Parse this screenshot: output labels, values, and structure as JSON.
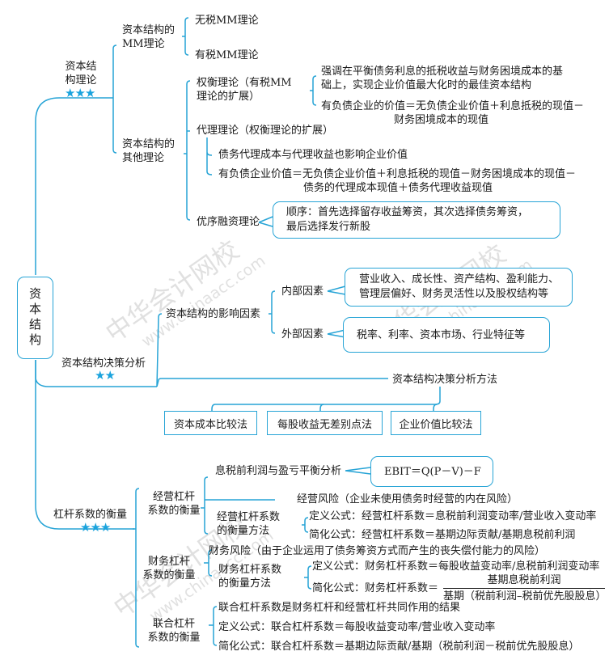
{
  "colors": {
    "line": "#27a4d6",
    "star": "#1aa3dd",
    "text": "#1a1a1a",
    "watermark": "#c8c8c8"
  },
  "root": {
    "label": "资本结构"
  },
  "watermarks": [
    {
      "cn": "中华会计网校",
      "en": "www.chinaacc.com"
    },
    {
      "cn": "中华会计网校",
      "en": "www.chinaacc.com"
    },
    {
      "cn": "中华会计网校",
      "en": "www.chinaacc.com"
    }
  ],
  "theory": {
    "label_line1": "资本结",
    "label_line2": "构理论",
    "stars": "★★★",
    "mm": {
      "label_line1": "资本结构的",
      "label_line2": "MM理论",
      "items": [
        "无税MM理论",
        "有税MM理论"
      ]
    },
    "other": {
      "label_line1": "资本结构的",
      "label_line2": "其他理论",
      "tradeoff": {
        "label_line1": "权衡理论（有税MM",
        "label_line2": "理论的扩展）",
        "point1_line1": "强调在平衡债务利息的抵税收益与财务困境成本的基",
        "point1_line2": "础上，实现企业价值最大化时的最佳资本结构",
        "point2_line1": "有负债企业的价值＝无负债企业价值＋利息抵税的现值－",
        "point2_line2": "财务困境成本的现值"
      },
      "agency": {
        "label": "代理理论（权衡理论的扩展）",
        "point1": "债务代理成本与代理收益也影响企业价值",
        "point2_line1": "有负债企业价值＝无负债企业价值＋利息抵税的现值－财务困境成本的现值－",
        "point2_line2": "债务的代理成本现值＋债务代理收益现值"
      },
      "pecking": {
        "label": "优序融资理论",
        "box_line1": "顺序：首先选择留存收益筹资，其次选择债务筹资，",
        "box_line2": "最后选择发行新股"
      }
    }
  },
  "decision": {
    "label": "资本结构决策分析",
    "stars": "★★",
    "factors": {
      "label": "资本结构的影响因素",
      "internal": {
        "label": "内部因素",
        "box_line1": "营业收入、成长性、资产结构、盈利能力、",
        "box_line2": "管理层偏好、财务灵活性以及股权结构等"
      },
      "external": {
        "label": "外部因素",
        "box": "税率、利率、资本市场、行业特征等"
      }
    },
    "methods": {
      "label": "资本结构决策分析方法",
      "items": [
        "资本成本比较法",
        "每股收益无差别点法",
        "企业价值比较法"
      ]
    }
  },
  "leverage": {
    "label": "杠杆系数的衡量",
    "stars": "★★★",
    "operating": {
      "label_line1": "经营杠杆",
      "label_line2": "系数的衡量",
      "ebit": {
        "label": "息税前利润与盈亏平衡分析",
        "formula": "EBIT＝Q(P－V)－F"
      },
      "risk": "经营风险（企业未使用债务时经营的内在风险）",
      "method": {
        "label_line1": "经营杠杆系数",
        "label_line2": "的衡量方法",
        "def": "定义公式：经营杠杆系数＝息税前利润变动率/营业收入变动率",
        "simple": "简化公式：经营杠杆系数＝基期边际贡献/基期息税前利润"
      }
    },
    "financial": {
      "label_line1": "财务杠杆",
      "label_line2": "系数的衡量",
      "risk": "财务风险（由于企业运用了债务筹资方式而产生的丧失偿付能力的风险）",
      "method": {
        "label_line1": "财务杠杆系数",
        "label_line2": "的衡量方法",
        "def": "定义公式：财务杠杆系数＝每股收益变动率/息税前利润变动率",
        "simple_prefix": "简化公式：财务杠杆系数＝",
        "simple_num": "基期息税前利润",
        "simple_den": "基期（税前利润–税前优先股股息）"
      }
    },
    "combined": {
      "label_line1": "联合杠杆",
      "label_line2": "系数的衡量",
      "p1": "联合杠杆系数是财务杠杆和经营杠杆共同作用的结果",
      "p2": "定义公式：联合杠杆系数＝每股收益变动率/营业收入变动率",
      "p3": "简化公式：联合杠杆系数＝基期边际贡献/基期（税前利润－税前优先股股息）"
    }
  }
}
